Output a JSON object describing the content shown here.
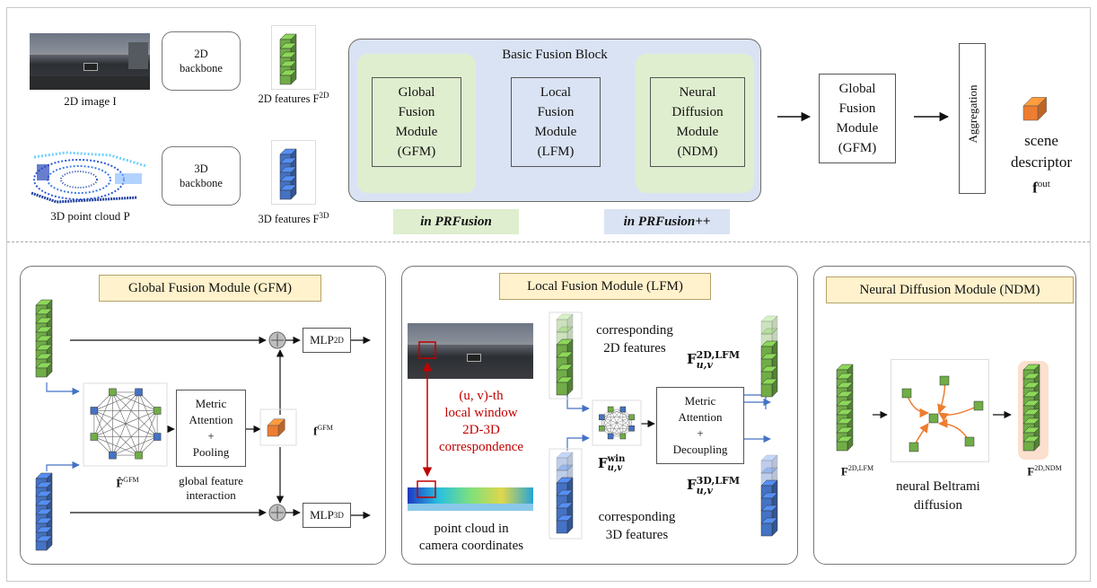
{
  "top": {
    "image_2d_label": "2D image I",
    "point_cloud_label": "3D point cloud P",
    "backbone_2d": "2D backbone",
    "backbone_3d": "3D backbone",
    "features_2d": "2D features F",
    "features_2d_sup": "2D",
    "features_3d": "3D features F",
    "features_3d_sup": "3D",
    "basic_block_title": "Basic Fusion Block",
    "gfm": [
      "Global",
      "Fusion",
      "Module",
      "(GFM)"
    ],
    "lfm": [
      "Local",
      "Fusion",
      "Module",
      "(LFM)"
    ],
    "ndm": [
      "Neural",
      "Diffusion",
      "Module",
      "(NDM)"
    ],
    "in_prfusion": "in PRFusion",
    "in_prfusion_pp": "in PRFusion++",
    "gfm_out": [
      "Global",
      "Fusion",
      "Module",
      "(GFM)"
    ],
    "aggregation": "Aggregation",
    "scene_descriptor": [
      "scene",
      "descriptor"
    ],
    "f_out": "f",
    "f_out_sup": "out"
  },
  "gfm_panel": {
    "title": "Global Fusion Module (GFM)",
    "metric_box": [
      "Metric",
      "Attention",
      "+",
      "Pooling"
    ],
    "interaction": [
      "global feature",
      "interaction"
    ],
    "f_gfm": "f",
    "f_gfm_sup": "GFM",
    "fhat_label": "F̂",
    "fhat_sup": "GFM",
    "mlp_2d": "MLP",
    "mlp_2d_sup": "2D",
    "mlp_3d": "MLP",
    "mlp_3d_sup": "3D"
  },
  "lfm_panel": {
    "title": "Local Fusion Module (LFM)",
    "uv_window": [
      "(u, v)-th",
      "local window",
      "2D-3D",
      "correspondence"
    ],
    "point_cloud_cam": [
      "point cloud in",
      "camera coordinates"
    ],
    "corr_2d": [
      "corresponding",
      "2D features"
    ],
    "corr_3d": [
      "corresponding",
      "3D features"
    ],
    "metric_box": [
      "Metric",
      "Attention",
      "+",
      "Decoupling"
    ],
    "f_win": "F",
    "f_win_sup": "win",
    "f_win_sub": "u,v",
    "f_2d_lfm": "F",
    "f_2d_lfm_sup": "2D,LFM",
    "f_2d_lfm_sub": "u,v",
    "f_3d_lfm": "F",
    "f_3d_lfm_sup": "3D,LFM",
    "f_3d_lfm_sub": "u,v"
  },
  "ndm_panel": {
    "title": "Neural Diffusion Module (NDM)",
    "f_in": "F",
    "f_in_sup": "2D,LFM",
    "f_out": "F",
    "f_out_sup": "2D,NDM",
    "caption": [
      "neural Beltrami",
      "diffusion"
    ]
  },
  "colors": {
    "green": "#70ad47",
    "blue": "#4472c4",
    "orange": "#ed7d31",
    "red": "#c00000",
    "green_bg": "#dfeecf",
    "blue_bg": "#dae3f3",
    "title_bg": "#fff2cc"
  }
}
